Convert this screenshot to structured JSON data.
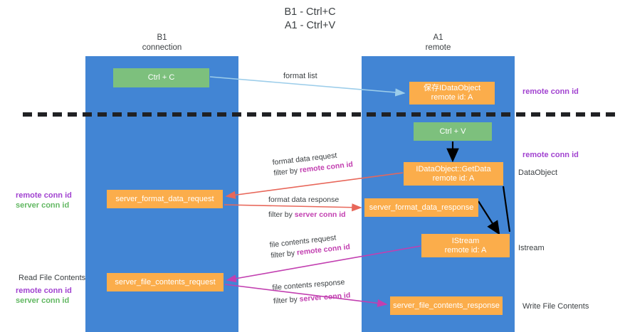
{
  "title": "B1 - Ctrl+C\nA1 - Ctrl+V",
  "lanes": [
    {
      "name": "b1",
      "header": "B1\nconnection"
    },
    {
      "name": "a1",
      "header": "A1\nremote"
    }
  ],
  "nodes": {
    "ctrl_c": "Ctrl + C",
    "save_idataobject": "保存IDataObject\nremote id: A",
    "ctrl_v": "Ctrl + V",
    "idataobject_getdata": "IDataObject::GetData\nremote id: A",
    "server_format_data_request": "server_format_data_request",
    "server_format_data_response": "server_format_data_response",
    "istream": "IStream\nremote id: A",
    "server_file_contents_request": "server_file_contents_request",
    "server_file_contents_response": "server_file_contents_response"
  },
  "annotations": {
    "format_list": "format list",
    "remote_conn_id_top": "remote conn id",
    "remote_conn_id_mid": "remote conn id",
    "data_object": "DataObject",
    "istream_label": "Istream",
    "write_file_contents": "Write File Contents",
    "read_file_contents": "Read File Contents",
    "remote_conn_id": "remote conn id",
    "server_conn_id": "server conn id"
  },
  "flows": {
    "format_data_request": "format data request",
    "format_data_request_filter_prefix": "filter by ",
    "format_data_request_filter_key": "remote conn id",
    "format_data_response": "format data response",
    "format_data_response_filter_prefix": "filter by ",
    "format_data_response_filter_key": "server conn id",
    "file_contents_request": "file contents request",
    "file_contents_request_filter_prefix": "filter by ",
    "file_contents_request_filter_key": "remote conn id",
    "file_contents_response": "file contents response",
    "file_contents_response_filter_prefix": "filter by ",
    "file_contents_response_filter_key": "server conn id"
  },
  "colors": {
    "lane": "#4285d4",
    "node_green": "#7dc07d",
    "node_orange": "#fbad4b",
    "purple": "#a142d0",
    "green_text": "#63b863",
    "magenta": "#c23fb0",
    "arrow_light_blue": "#9ccdea",
    "arrow_red": "#e8675a",
    "arrow_magenta": "#c23fb0",
    "arrow_black": "#000000"
  }
}
